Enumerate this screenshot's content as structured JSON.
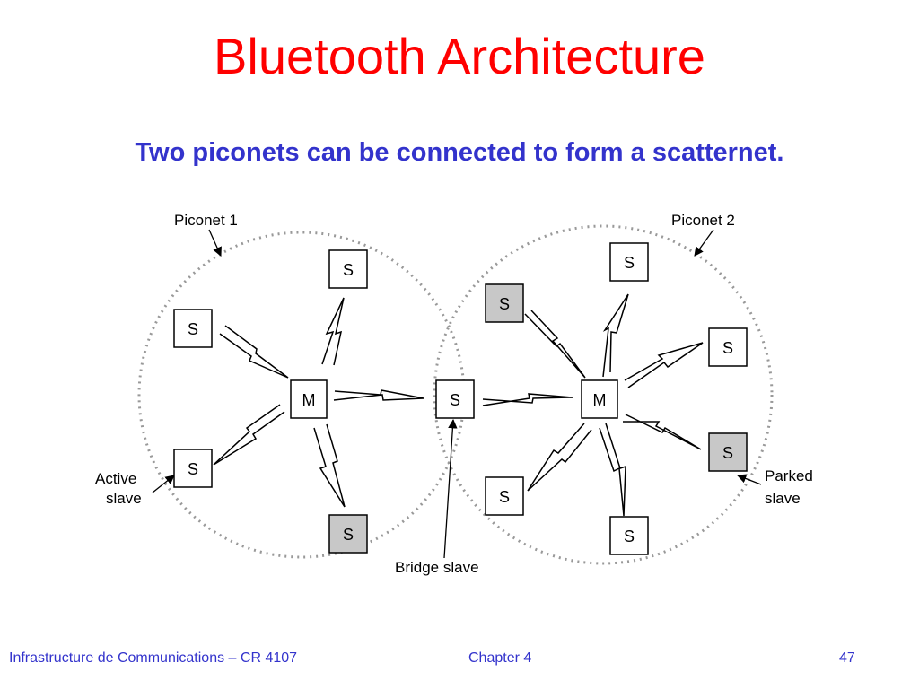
{
  "slide": {
    "title": "Bluetooth Architecture",
    "subtitle": "Two piconets can be connected to form a scatternet."
  },
  "colors": {
    "title": "#ff0000",
    "subtitle": "#3333cc",
    "footer": "#3333cc",
    "line": "#000000",
    "parked_fill": "#c8c8c8",
    "node_fill": "#ffffff",
    "piconet_border": "#999999"
  },
  "diagram": {
    "labels": {
      "piconet1": "Piconet 1",
      "piconet2": "Piconet 2",
      "active_slave_line1": "Active",
      "active_slave_line2": "slave",
      "parked_slave_line1": "Parked",
      "parked_slave_line2": "slave",
      "bridge_slave": "Bridge slave"
    },
    "node_text": {
      "master": "M",
      "slave": "S"
    },
    "nodes": [
      {
        "id": "p1-master",
        "label": "M",
        "type": "master"
      },
      {
        "id": "p1-slave-top",
        "label": "S",
        "type": "active"
      },
      {
        "id": "p1-slave-upper-left",
        "label": "S",
        "type": "active"
      },
      {
        "id": "p1-slave-lower-left",
        "label": "S",
        "type": "active"
      },
      {
        "id": "p1-slave-bottom",
        "label": "S",
        "type": "parked"
      },
      {
        "id": "bridge-slave",
        "label": "S",
        "type": "bridge"
      },
      {
        "id": "p2-master",
        "label": "M",
        "type": "master"
      },
      {
        "id": "p2-slave-top",
        "label": "S",
        "type": "active"
      },
      {
        "id": "p2-slave-upper-left",
        "label": "S",
        "type": "parked"
      },
      {
        "id": "p2-slave-right",
        "label": "S",
        "type": "active"
      },
      {
        "id": "p2-slave-lower-right",
        "label": "S",
        "type": "parked"
      },
      {
        "id": "p2-slave-lower-left",
        "label": "S",
        "type": "active"
      },
      {
        "id": "p2-slave-bottom",
        "label": "S",
        "type": "active"
      }
    ]
  },
  "footer": {
    "left": "Infrastructure de Communications – CR 4107",
    "center": "Chapter 4",
    "right": "47"
  }
}
